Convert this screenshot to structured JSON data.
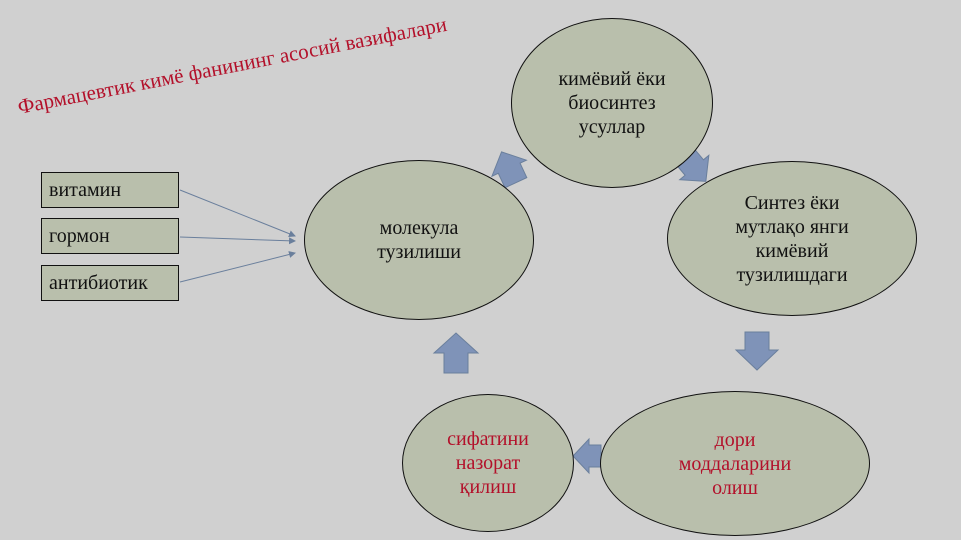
{
  "title": "Фармацевтик кимё фанининг асосий вазифалари",
  "sources": [
    {
      "label": "витамин"
    },
    {
      "label": "гормон"
    },
    {
      "label": "антибиотик"
    }
  ],
  "cycle": {
    "molecule": "молекула\nтузилиши",
    "methods": "кимёвий ёки\nбиосинтез\nусуллар",
    "synthesis": "Синтез ёки\nмутлақо янги\nкимёвий\nтузилишдаги",
    "drugs": "дори\nмоддаларини\nолиш",
    "quality": "сифатини\nназорат\nқилиш"
  },
  "colors": {
    "ellipse_fill": "#b9bfac",
    "arrow_fill": "#7f93b8",
    "accent_red": "#b3102a",
    "background": "#d0d0d0"
  }
}
